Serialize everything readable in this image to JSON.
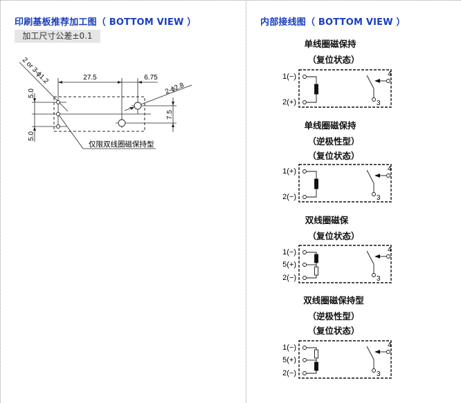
{
  "left_panel": {
    "title": "印刷基板推荐加工图（ BOTTOM VIEW ）",
    "tolerance_label": "加工尺寸公差±0.1",
    "drawing": {
      "small_hole_label": "2 or 3-ϕ1.2",
      "large_hole_label": "2-ϕ2.8",
      "dim_horizontal_main": "27.5",
      "dim_horizontal_offset": "6.75",
      "dim_vertical_top": "5.0",
      "dim_vertical_bottom": "5.0",
      "dim_vertical_right": "7.5",
      "note": "仅限双线圈磁保持型"
    }
  },
  "right_panel": {
    "title": "内部接线图（ BOTTOM VIEW ）",
    "diagrams": [
      {
        "caption_lines": [
          "单线圈磁保持",
          "（复位状态）"
        ],
        "coil_type": "single",
        "pins": [
          {
            "label": "1(−)"
          },
          {
            "label": "2(+)"
          }
        ],
        "contact_labels": {
          "common": "4",
          "fixed": "3"
        }
      },
      {
        "caption_lines": [
          "单线圈磁保持",
          "（逆极性型）",
          "（复位状态）"
        ],
        "coil_type": "single",
        "pins": [
          {
            "label": "1(+)"
          },
          {
            "label": "2(−)"
          }
        ],
        "contact_labels": {
          "common": "4",
          "fixed": "3"
        }
      },
      {
        "caption_lines": [
          "双线圈磁保",
          "（复位状态）"
        ],
        "coil_type": "double-solid-top",
        "pins": [
          {
            "label": "1(−)"
          },
          {
            "label": "5(+)"
          },
          {
            "label": "2(−)"
          }
        ],
        "contact_labels": {
          "common": "4",
          "fixed": "3"
        }
      },
      {
        "caption_lines": [
          "双线圈磁保持型",
          "（逆极性型）",
          "（复位状态）"
        ],
        "coil_type": "double-solid-bottom",
        "pins": [
          {
            "label": "1(−)"
          },
          {
            "label": "5(+)"
          },
          {
            "label": "2(−)"
          }
        ],
        "contact_labels": {
          "common": "4",
          "fixed": "3"
        }
      }
    ]
  },
  "colors": {
    "title_blue": "#1a3fbf",
    "badge_bg": "#e6e6e6",
    "divider": "#999999"
  }
}
